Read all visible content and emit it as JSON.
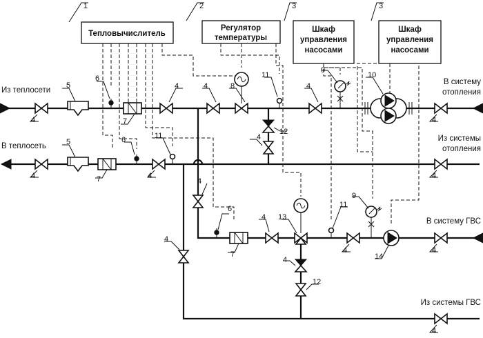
{
  "boxes": {
    "heat_calc": "Тепловычислитель",
    "temp_reg": [
      "Регулятор",
      "температуры"
    ],
    "pump_cab_a": [
      "Шкаф",
      "управления",
      "насосами"
    ],
    "pump_cab_b": [
      "Шкаф",
      "управления",
      "насосами"
    ]
  },
  "callouts": {
    "heat_calc": "1",
    "temp_reg": "2",
    "pump_cab_a": "3",
    "pump_cab_b": "3"
  },
  "labels": {
    "from_heat_net": "Из теплосети",
    "to_heat_net": "В теплосеть",
    "to_heating": [
      "В систему",
      "отопления"
    ],
    "from_heating": [
      "Из системы",
      "отопления"
    ],
    "to_dhw": "В систему ГВС",
    "from_dhw": "Из системы ГВС"
  },
  "numbers": {
    "valve": "4",
    "filter": "5",
    "sensor": "6",
    "meter": "7",
    "reg_valve": "8",
    "pressure": "9",
    "pump_pair": "10",
    "thermo": "11",
    "check_valve": "12",
    "three_way": "13",
    "pump": "14"
  }
}
